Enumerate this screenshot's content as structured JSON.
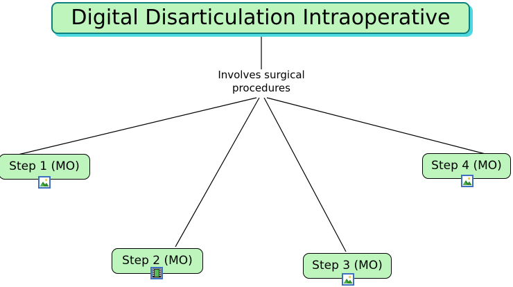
{
  "diagram": {
    "type": "mind-map",
    "background_color": "#ffffff",
    "root": {
      "label": "Digital Disarticulation Intraoperative",
      "fill_color": "#bdf5bd",
      "border_color": "#0c7f7f",
      "shadow_color": "#4fd8e0"
    },
    "hub": {
      "line1": "Involves surgical",
      "line2": "procedures"
    },
    "edge_color": "#000000",
    "leaves": [
      {
        "label": "Step 1 (MO)",
        "icon": "image-icon",
        "fill_color": "#bdf5bd",
        "border_color": "#000000"
      },
      {
        "label": "Step 2 (MO)",
        "icon": "film-strip-icon",
        "fill_color": "#bdf5bd",
        "border_color": "#000000"
      },
      {
        "label": "Step 3 (MO)",
        "icon": "image-icon",
        "fill_color": "#bdf5bd",
        "border_color": "#000000"
      },
      {
        "label": "Step 4 (MO)",
        "icon": "image-icon",
        "fill_color": "#bdf5bd",
        "border_color": "#000000"
      }
    ]
  }
}
